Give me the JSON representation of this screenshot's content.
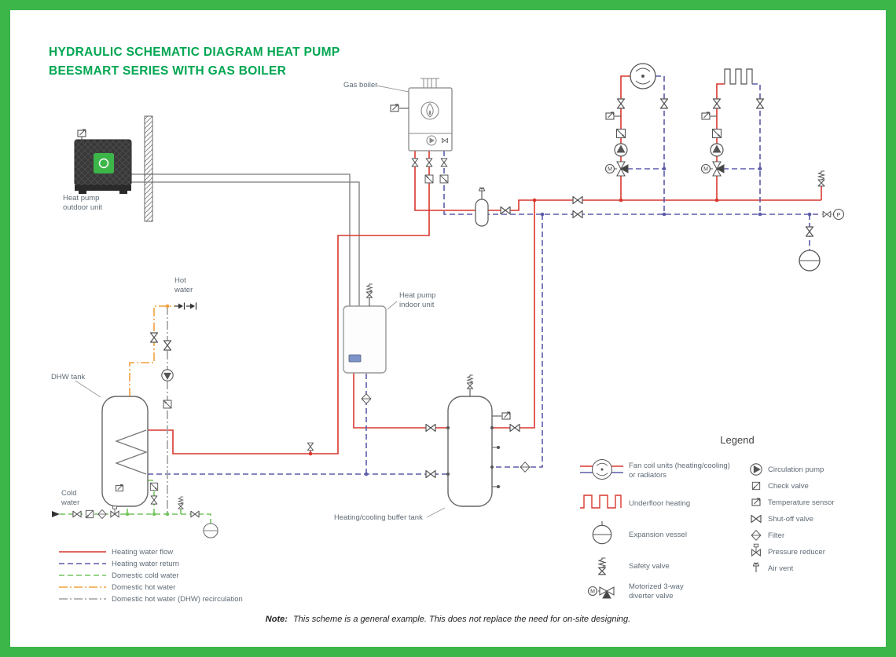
{
  "palette": {
    "frame": "#3cb549",
    "brand": "#00a651",
    "flow": "#d8372e",
    "return": "#5c5ca8",
    "cold": "#74c45e",
    "dhw": "#f2a03d",
    "recirc": "#a0a0a0"
  },
  "title": {
    "line1": "HYDRAULIC SCHEMATIC DIAGRAM HEAT PUMP",
    "line2": "BEESMART SERIES WITH GAS BOILER"
  },
  "labels": {
    "gas_boiler": "Gas boiler",
    "outdoor_1": "Heat pump",
    "outdoor_2": "outdoor unit",
    "indoor_1": "Heat pump",
    "indoor_2": "indoor unit",
    "dhw_tank": "DHW tank",
    "buffer_tank": "Heating/cooling buffer tank",
    "hot_1": "Hot",
    "hot_2": "water",
    "cold_1": "Cold",
    "cold_2": "water"
  },
  "symbols": {
    "motor": "M",
    "pressure": "P"
  },
  "legend": {
    "title": "Legend",
    "left": [
      {
        "name": "fan-coil",
        "lines": [
          "Fan coil units (heating/cooling)",
          "or radiators"
        ]
      },
      {
        "name": "underfloor-heating",
        "lines": [
          "Underfloor heating"
        ]
      },
      {
        "name": "expansion-vessel",
        "lines": [
          "Expansion vessel"
        ]
      },
      {
        "name": "safety-valve",
        "lines": [
          "Safety valve"
        ]
      },
      {
        "name": "motorized-3way-diverter-valve",
        "lines": [
          "Motorized 3-way",
          "diverter valve"
        ]
      }
    ],
    "right": [
      {
        "name": "circulation-pump",
        "label": "Circulation pump"
      },
      {
        "name": "check-valve",
        "label": "Check valve"
      },
      {
        "name": "temperature-sensor",
        "label": "Temperature sensor"
      },
      {
        "name": "shut-off-valve",
        "label": "Shut-off valve"
      },
      {
        "name": "filter",
        "label": "Filter"
      },
      {
        "name": "pressure-reducer",
        "label": "Pressure reducer"
      },
      {
        "name": "air-vent",
        "label": "Air vent"
      }
    ]
  },
  "line_legend": [
    {
      "label": "Heating water flow",
      "color": "#d8372e",
      "dash": "none"
    },
    {
      "label": "Heating water return",
      "color": "#5c5ca8",
      "dash": "7 4"
    },
    {
      "label": "Domestic cold water",
      "color": "#74c45e",
      "dash": "7 4"
    },
    {
      "label": "Domestic hot water",
      "color": "#f2a03d",
      "dash": "11 3 2 3"
    },
    {
      "label": "Domestic hot water (DHW) recirculation",
      "color": "#a0a0a0",
      "dash": "11 3 2 3"
    }
  ],
  "note": {
    "prefix": "Note:",
    "text": "This scheme is a general example. This does not replace the need for on-site designing."
  }
}
